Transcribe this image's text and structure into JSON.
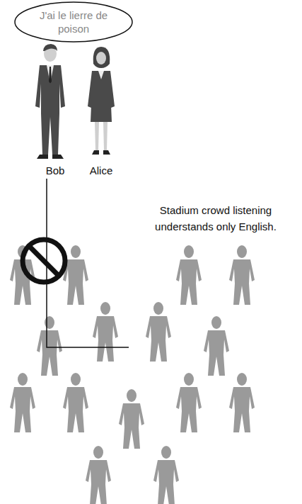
{
  "diagram": {
    "nodes": [
      {
        "text": [
          "J'ai le lierre de poison"
        ]
      }
    ],
    "labels": [
      "Bob",
      "Alice",
      "Stadium crowd listening understands only English."
    ]
  }
}
